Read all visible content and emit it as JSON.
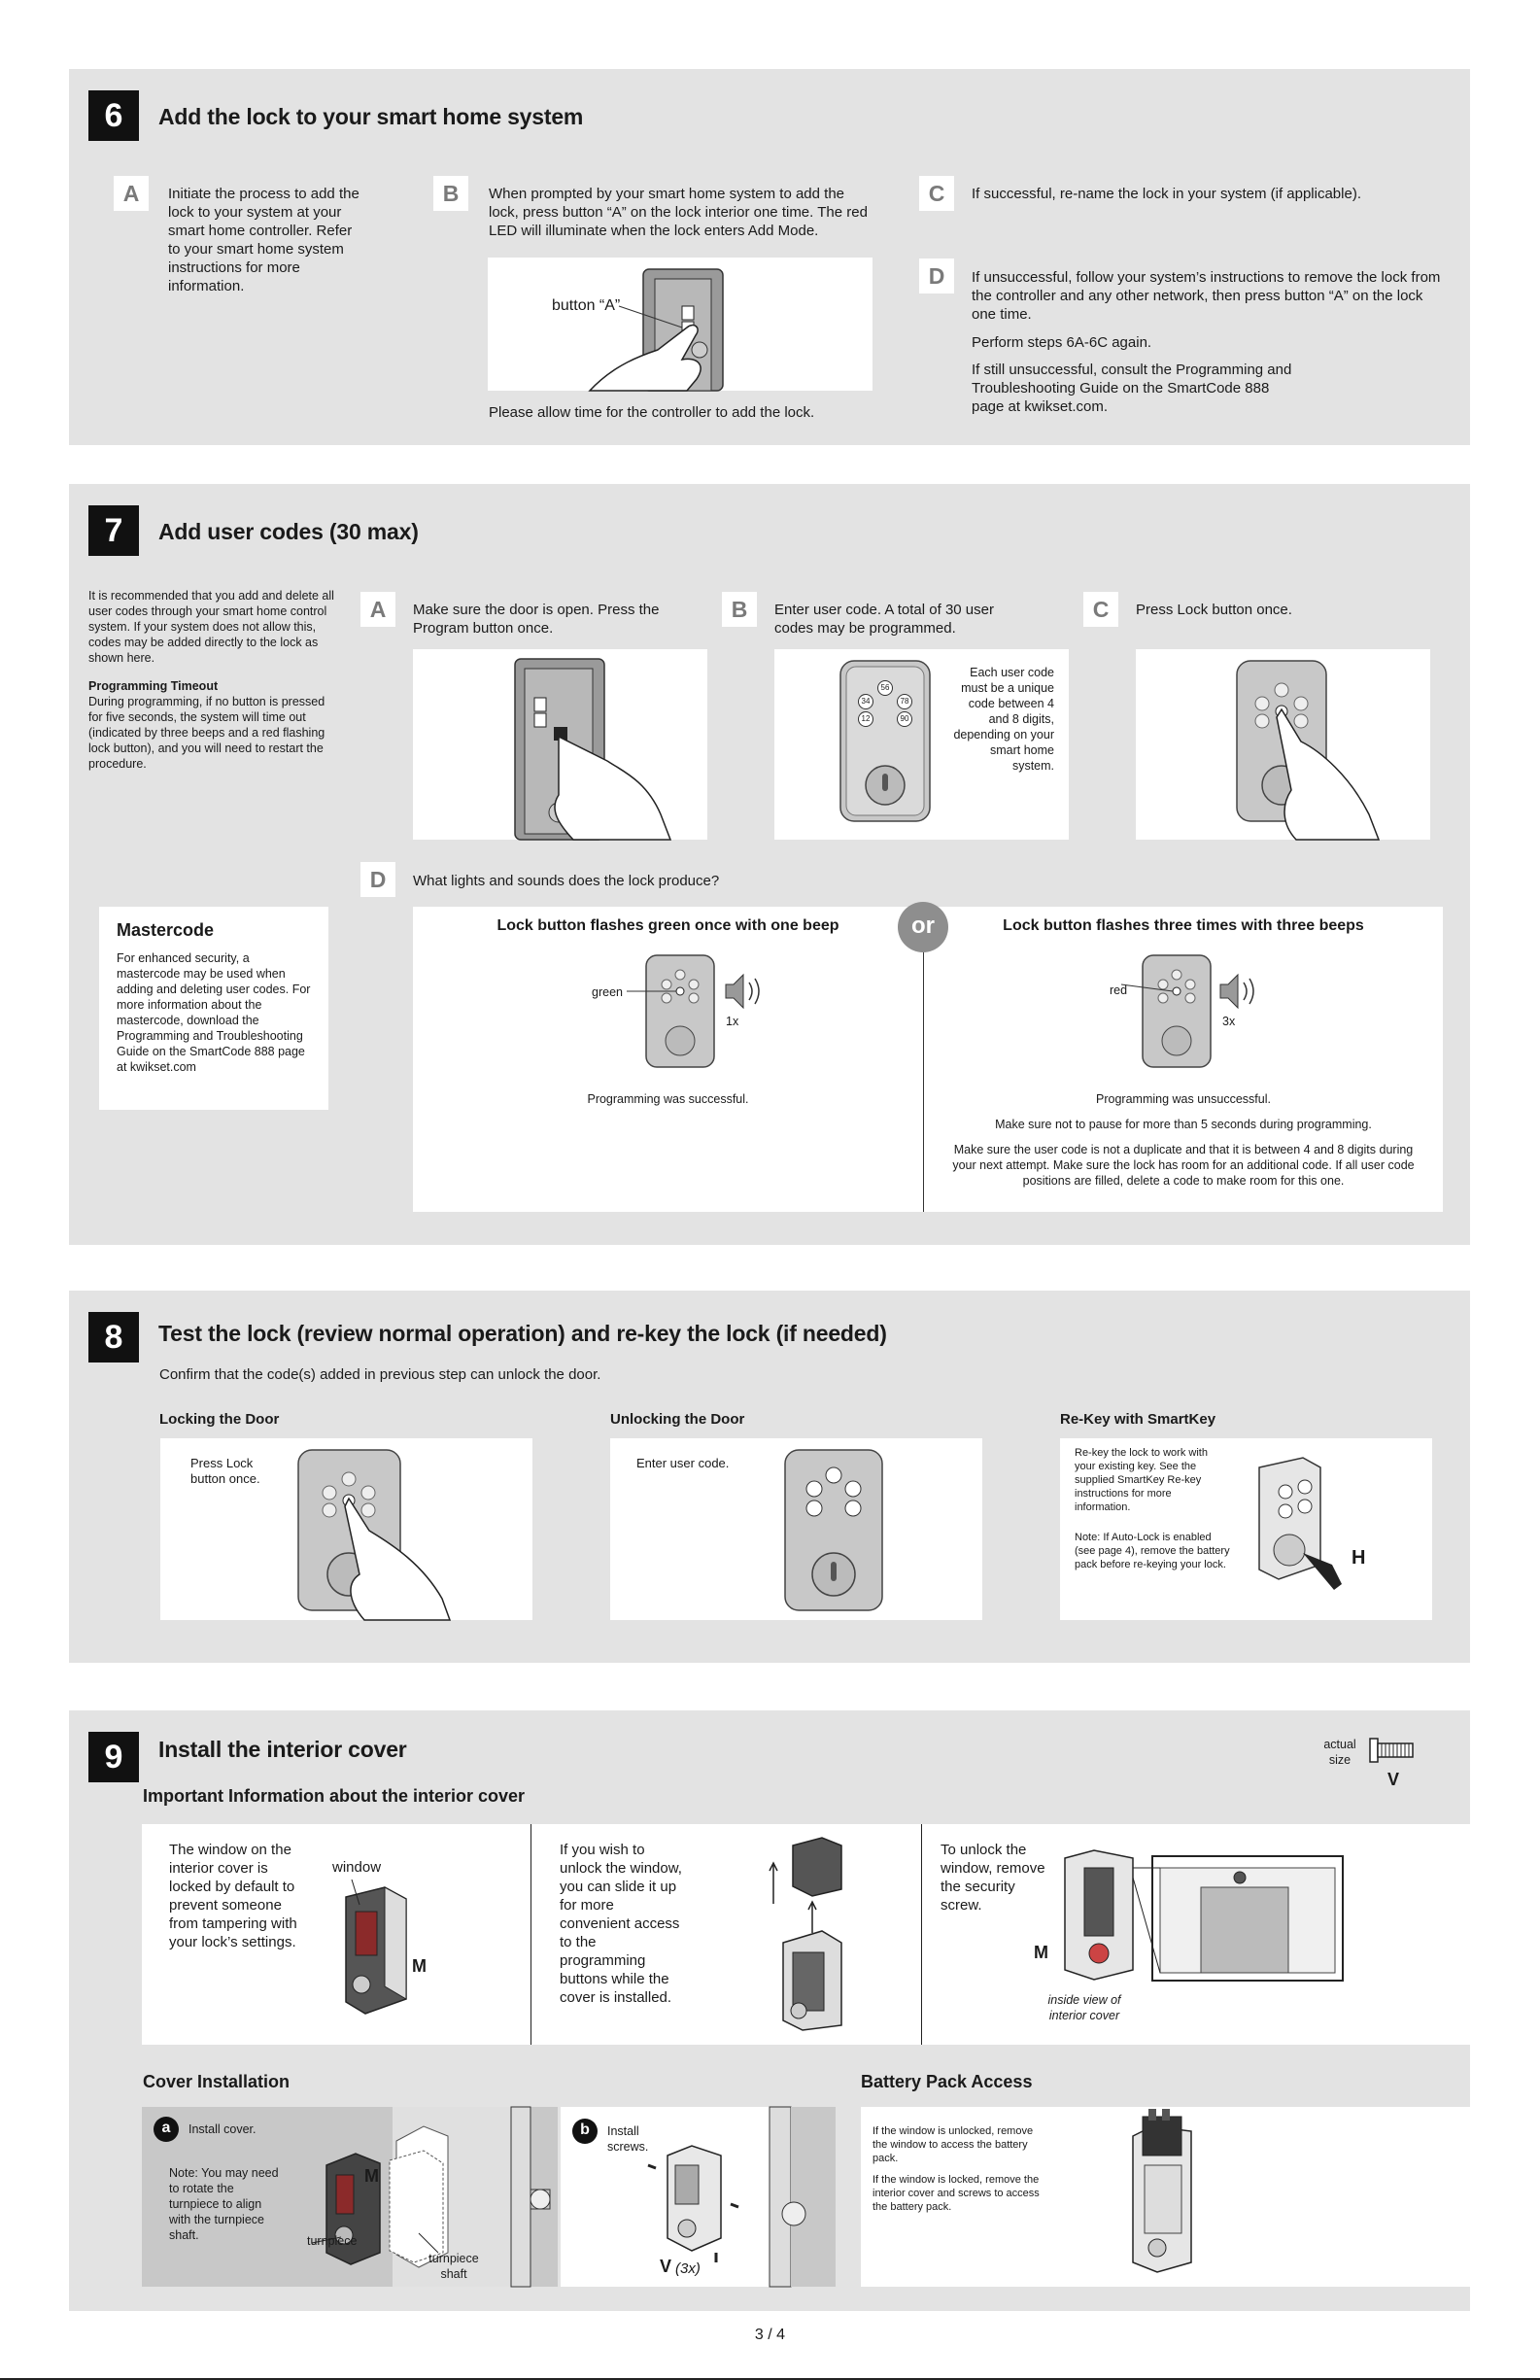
{
  "page_number": "3 / 4",
  "step6": {
    "number": "6",
    "title": "Add the lock to your smart home system",
    "a": {
      "letter": "A",
      "text": "Initiate the process to add the lock to your system at your smart home controller. Refer to your smart home system instructions for more information."
    },
    "b": {
      "letter": "B",
      "text": "When prompted by your smart home system to add the lock, press button “A” on the lock interior one time. The red LED will illuminate when the lock enters Add Mode.",
      "callout": "button “A”",
      "caption": "Please allow time for the controller to add the lock."
    },
    "c": {
      "letter": "C",
      "text": "If successful, re-name the lock in your system (if applicable)."
    },
    "d": {
      "letter": "D",
      "text1": "If unsuccessful, follow your system’s instructions to remove the lock from the controller and any other network, then press button “A” on the lock one time.",
      "text2": "Perform steps 6A-6C again.",
      "text3": "If still unsuccessful, consult the Programming and Troubleshooting Guide on the SmartCode 888 page at kwikset.com."
    }
  },
  "step7": {
    "number": "7",
    "title": "Add user codes (30 max)",
    "intro": "It is recommended that you add and delete all user codes through your smart home control system. If your system does not allow this, codes may be added directly to the lock as shown here.",
    "timeout_title": "Programming Timeout",
    "timeout_text": "During programming, if no button is pressed for five seconds, the system will time out (indicated by three beeps and a red flashing lock button), and you will need to restart the procedure.",
    "mastercode_title": "Mastercode",
    "mastercode_text": "For enhanced security, a mastercode may be used when adding and deleting user codes. For more information about the mastercode, download the Programming and Troubleshooting Guide on the SmartCode 888 page at kwikset.com",
    "a": {
      "letter": "A",
      "text": "Make sure the door is open. Press the Program button once."
    },
    "b": {
      "letter": "B",
      "text": "Enter user code. A total of 30 user codes may be programmed.",
      "note": "Each user code must be a unique code between 4 and 8 digits, depending on your smart home system."
    },
    "c": {
      "letter": "C",
      "text": "Press Lock button once."
    },
    "d": {
      "letter": "D",
      "question": "What lights and sounds does the lock produce?",
      "or": "or",
      "success_title": "Lock button flashes green once with one beep",
      "success_color_label": "green",
      "success_beeps": "1x",
      "success_text": "Programming was successful.",
      "fail_title": "Lock button flashes three times with three beeps",
      "fail_color_label": "red",
      "fail_beeps": "3x",
      "fail_text1": "Programming was unsuccessful.",
      "fail_text2": "Make sure not to pause for more than 5 seconds during programming.",
      "fail_text3": "Make sure the user code is not a duplicate and that it is between 4 and 8 digits during your next attempt. Make sure the lock has room for an additional code. If all user code positions are filled, delete a code to make room for this one."
    },
    "keypad_labels": [
      "56",
      "34",
      "78",
      "12",
      "90"
    ]
  },
  "step8": {
    "number": "8",
    "title": "Test the lock (review normal operation) and re-key the lock (if needed)",
    "intro": "Confirm that the code(s) added in previous step can unlock the door.",
    "locking_title": "Locking the Door",
    "locking_text": "Press Lock button once.",
    "unlocking_title": "Unlocking the Door",
    "unlocking_text": "Enter user code.",
    "rekey_title": "Re-Key with SmartKey",
    "rekey_text": "Re-key the lock to work with your existing key. See the supplied SmartKey Re-key instructions for more information.",
    "rekey_note": "Note: If Auto-Lock is enabled (see page 4), remove the battery pack before re-keying your lock.",
    "rekey_part": "H"
  },
  "step9": {
    "number": "9",
    "title": "Install the interior cover",
    "actual_size": "actual size",
    "screw_part": "V",
    "important_title": "Important Information about the interior cover",
    "info1": "The window on the interior cover is locked by default to prevent someone from tampering with your lock’s settings.",
    "info1_window": "window",
    "info1_part": "M",
    "info2": "If you wish to unlock the window, you can slide it up for more convenient access to the programming buttons while the cover is installed.",
    "info3": "To unlock the window, remove the security screw.",
    "info3_part": "M",
    "info3_caption": "inside view of interior cover",
    "cover_install_title": "Cover Installation",
    "install_a_letter": "a",
    "install_a_text": "Install cover.",
    "install_a_note": "Note: You may need to rotate the turnpiece to align with the turnpiece shaft.",
    "install_a_part": "M",
    "turnpiece": "turnpiece",
    "turnpiece_shaft": "turnpiece shaft",
    "install_b_letter": "b",
    "install_b_text": "Install screws.",
    "install_b_screws": "V",
    "install_b_count": "(3x)",
    "battery_title": "Battery Pack Access",
    "battery_text1": "If the window is unlocked, remove the window to access the battery pack.",
    "battery_text2": "If the window is locked, remove the interior cover and screws to access the battery pack."
  }
}
